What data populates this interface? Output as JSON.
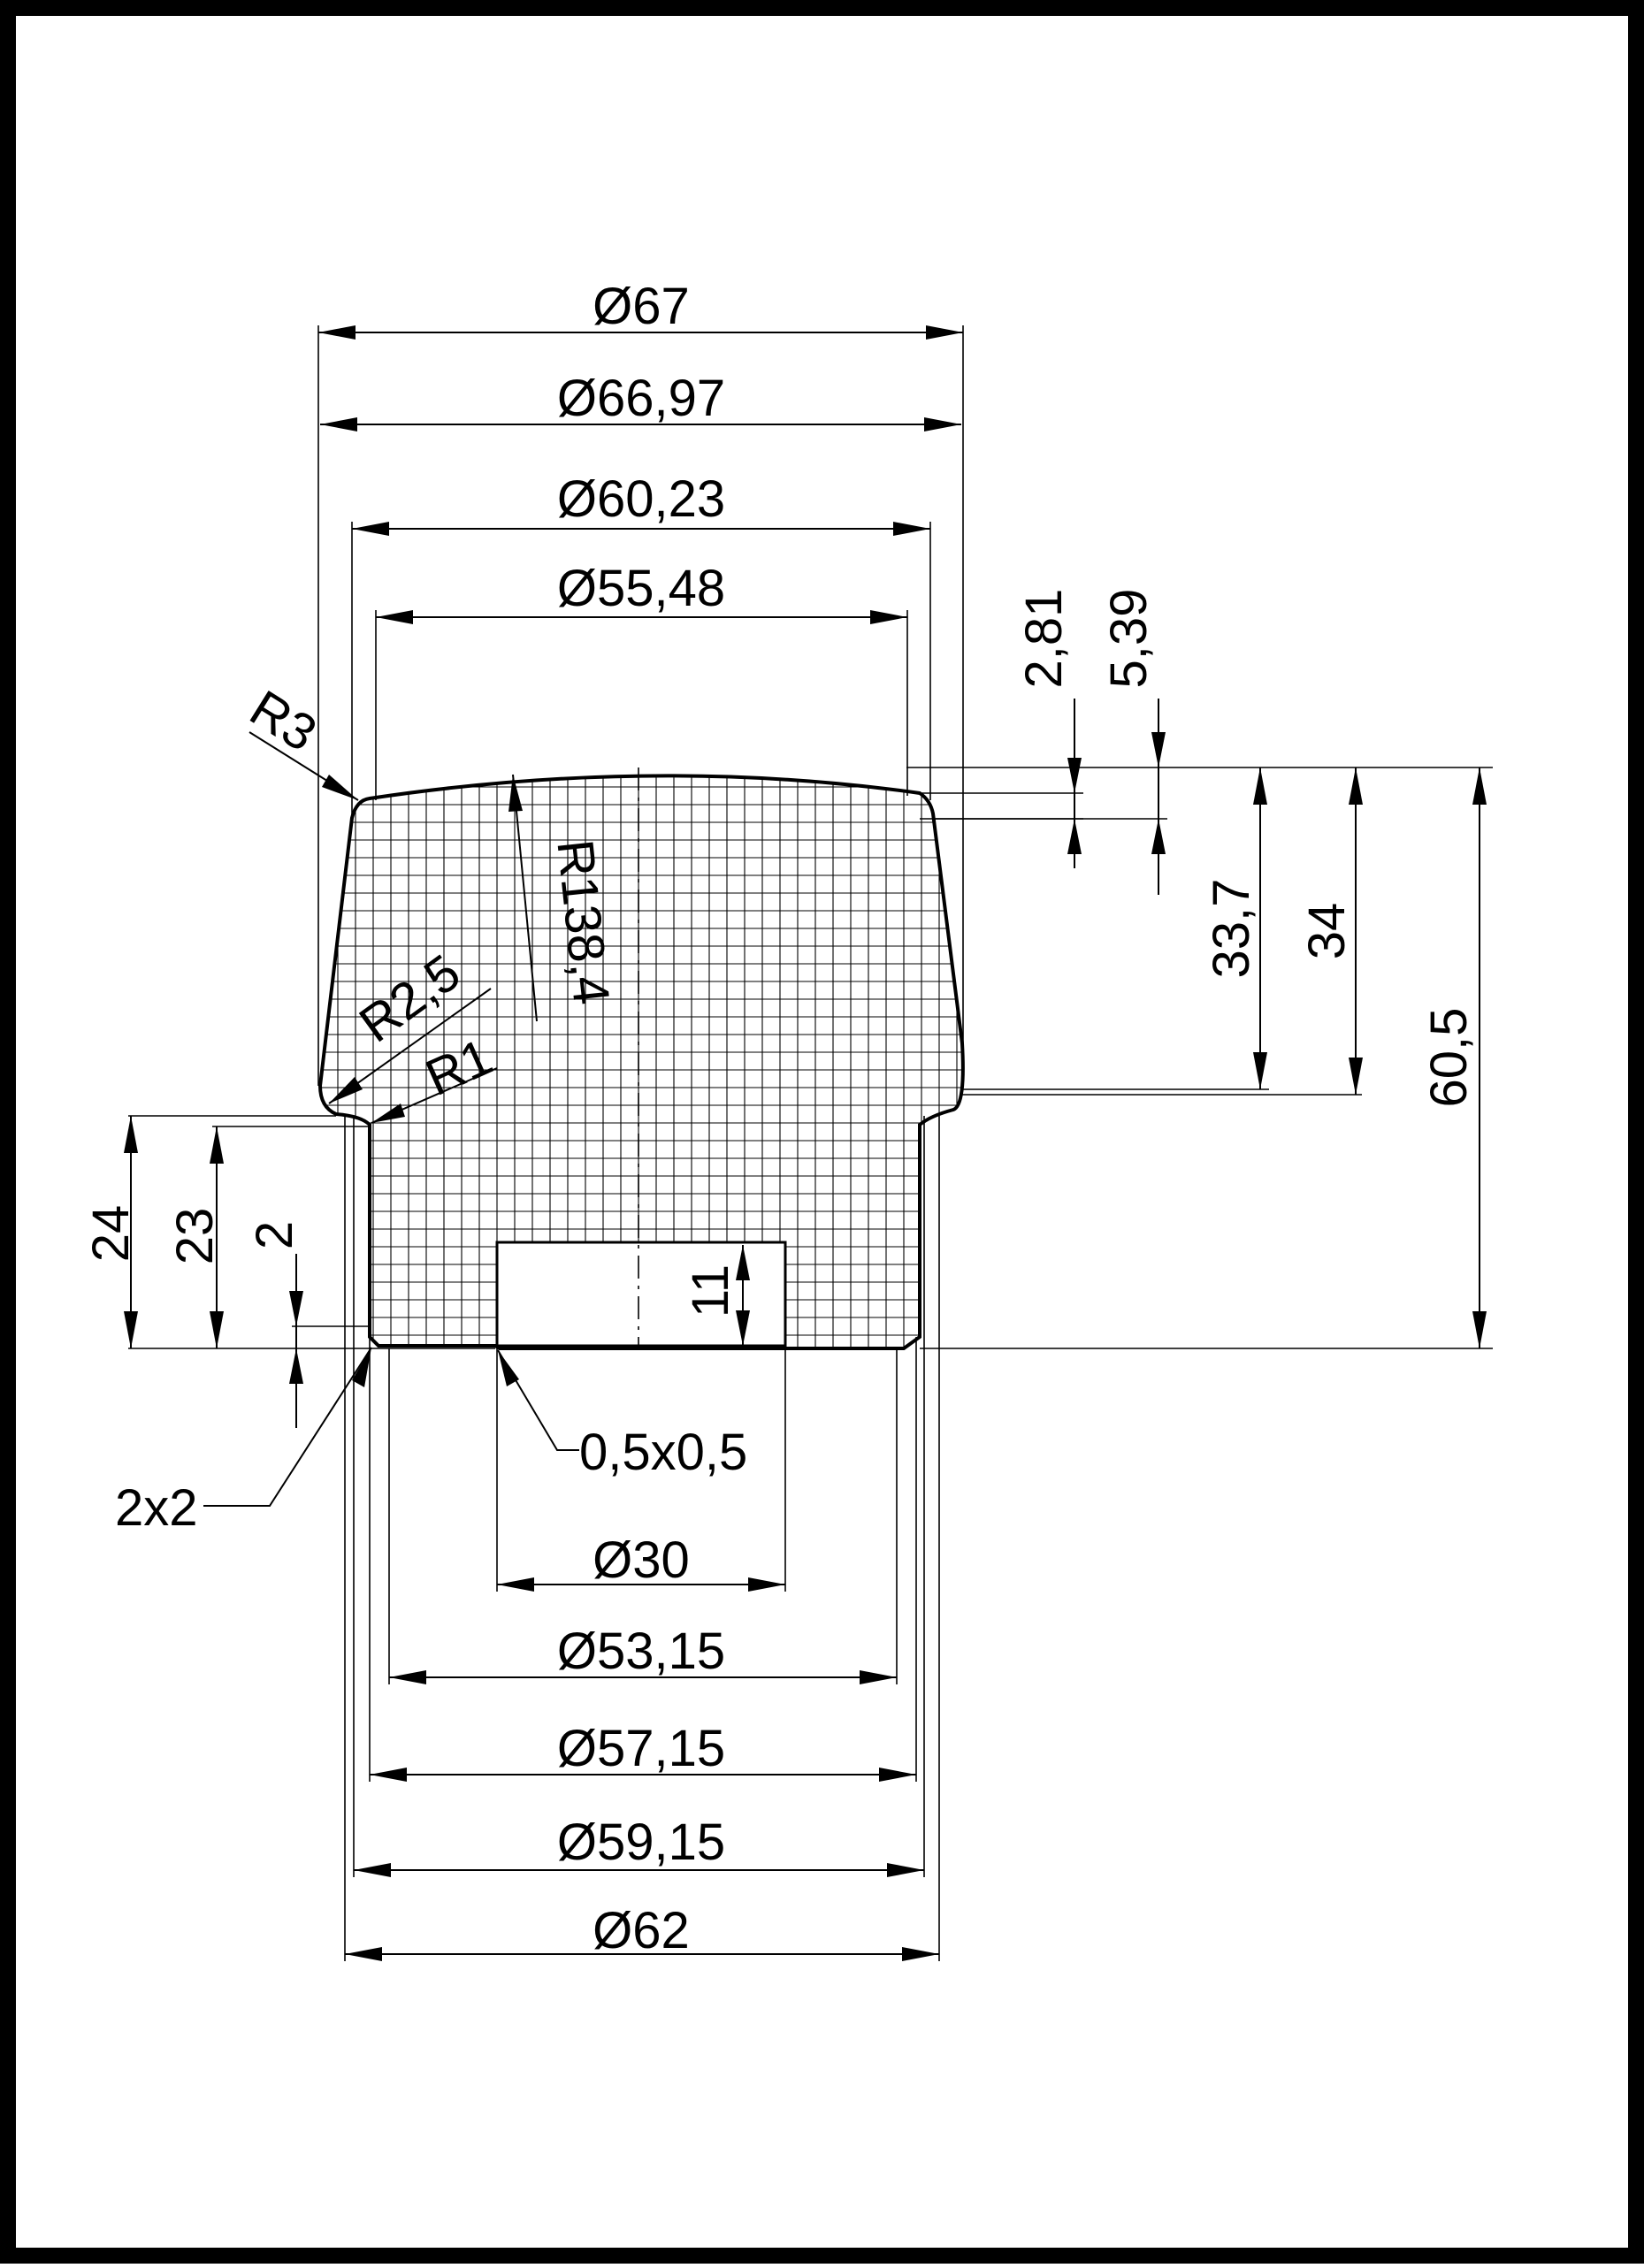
{
  "drawing": {
    "colors": {
      "ink": "#000000",
      "paper": "#ffffff"
    },
    "horizontal_dimensions": {
      "d67": "Ø67",
      "d66_97": "Ø66,97",
      "d60_23": "Ø60,23",
      "d55_48": "Ø55,48",
      "d30": "Ø30",
      "d53_15": "Ø53,15",
      "d57_15": "Ø57,15",
      "d59_15": "Ø59,15",
      "d62": "Ø62"
    },
    "vertical_dimensions": {
      "v2_81": "2,81",
      "v5_39": "5,39",
      "v33_7": "33,7",
      "v34": "34",
      "v60_5": "60,5",
      "v24": "24",
      "v23": "23",
      "v2": "2",
      "v11": "11"
    },
    "radius_labels": {
      "r3": "R3",
      "r138_4": "R138,4",
      "r2_5": "R2,5",
      "r1": "R1"
    },
    "chamfer_labels": {
      "c0_5": "0,5x0,5",
      "c2x2": "2x2"
    }
  }
}
